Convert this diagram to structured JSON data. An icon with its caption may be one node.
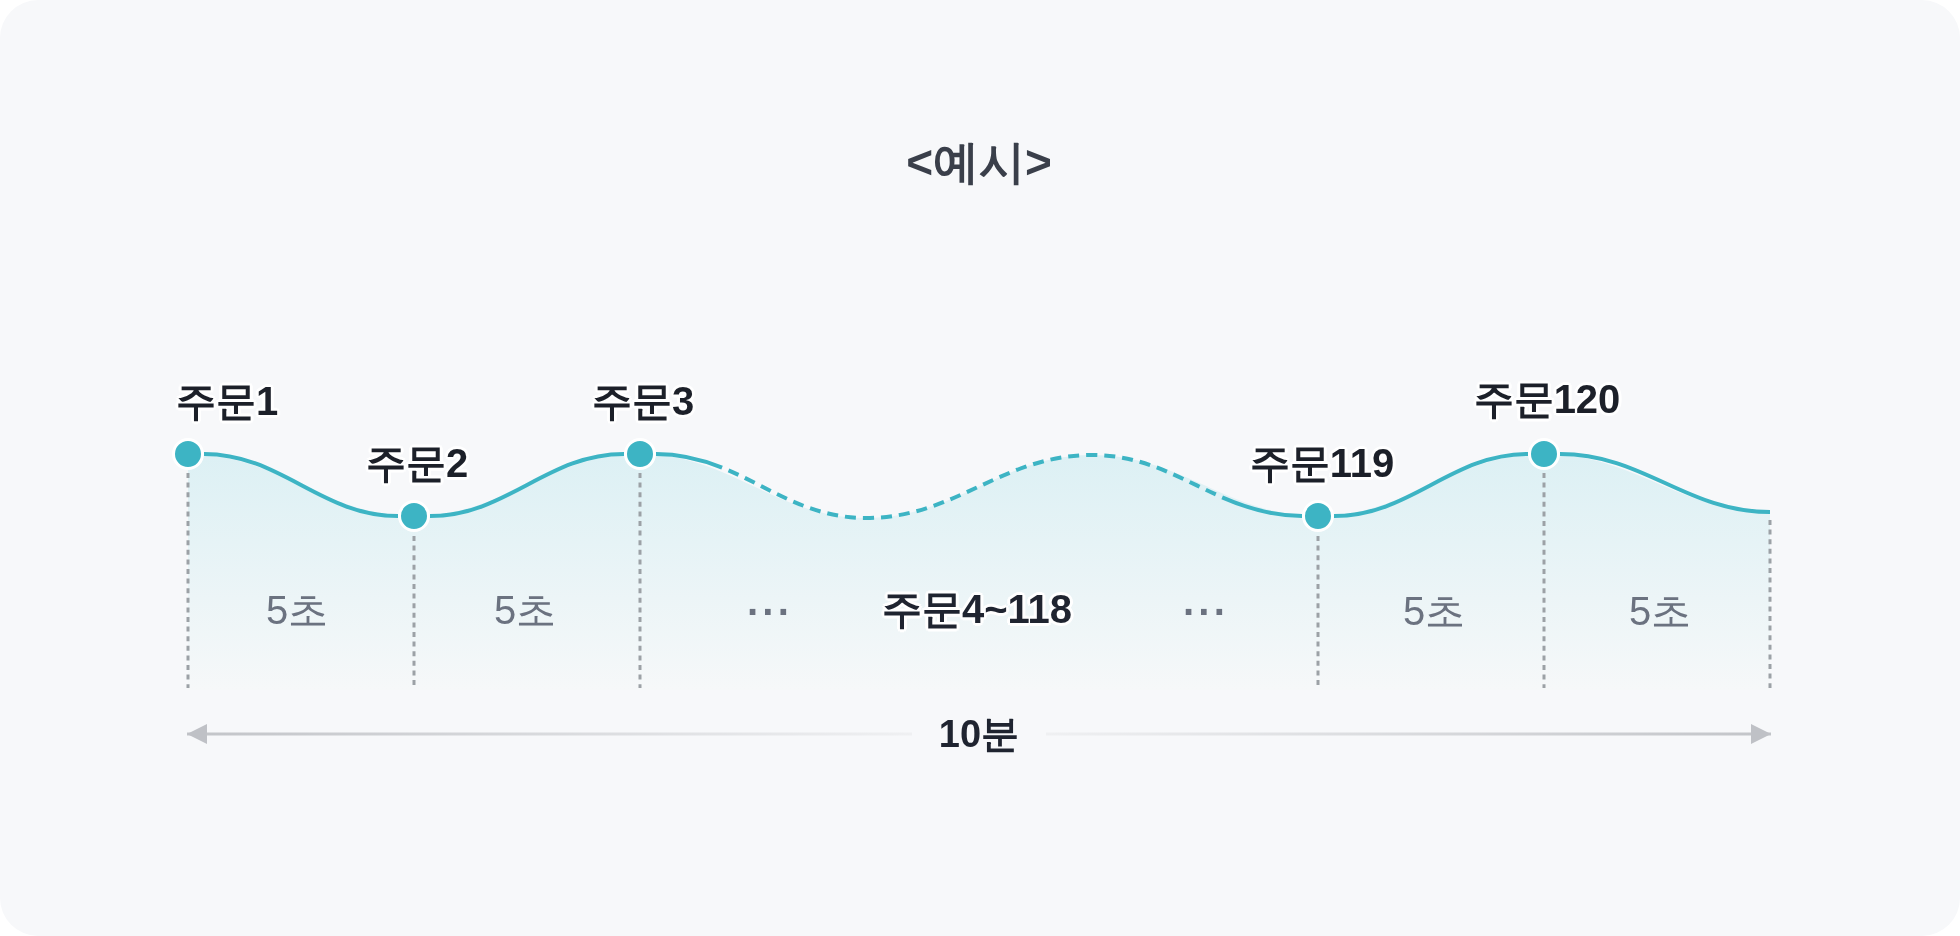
{
  "diagram": {
    "title": "<예시>",
    "nodes": [
      {
        "text": [
          "주문1"
        ]
      },
      {
        "text": [
          "주문2"
        ]
      },
      {
        "text": [
          "주문3"
        ]
      },
      {
        "text": [
          "주문119"
        ]
      },
      {
        "text": [
          "주문120"
        ]
      }
    ],
    "edges": [
      {
        "from": 0,
        "to": 1,
        "arrow": "none"
      },
      {
        "from": 1,
        "to": 2,
        "arrow": "none"
      },
      {
        "from": 2,
        "to": 3,
        "arrow": "none",
        "style": "dashed"
      },
      {
        "from": 3,
        "to": 4,
        "arrow": "none"
      },
      {
        "from": 4,
        "to": null,
        "arrow": "none"
      }
    ],
    "labels": [
      "5초",
      "5초",
      "···",
      "주문4~118",
      "···",
      "5초",
      "5초",
      "10분"
    ]
  }
}
